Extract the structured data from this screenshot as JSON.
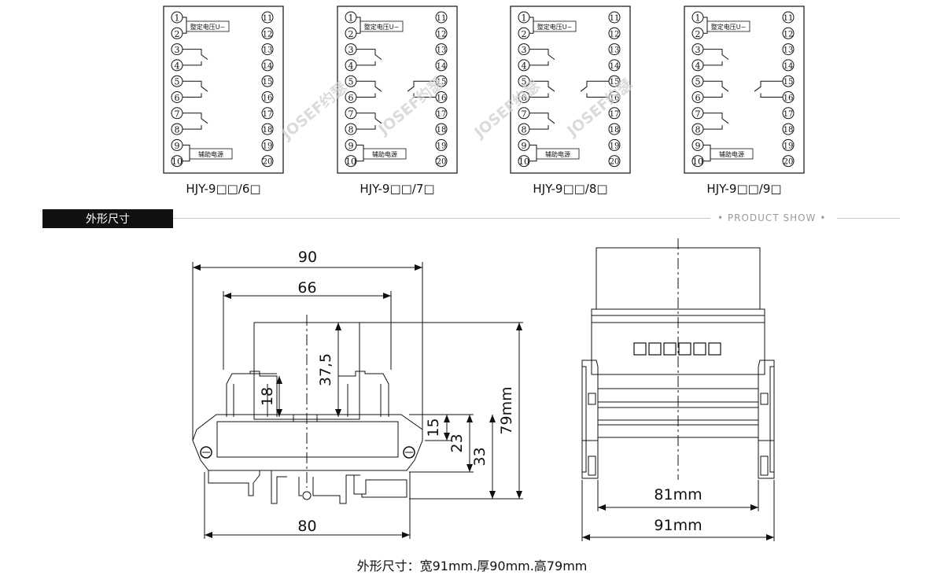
{
  "terminal_diagrams": [
    {
      "model": "HJY-9□□/6□",
      "label_top": "整定电压U~",
      "label_bottom": "辅助电源"
    },
    {
      "model": "HJY-9□□/7□",
      "label_top": "整定电压U~",
      "label_bottom": "辅助电源"
    },
    {
      "model": "HJY-9□□/8□",
      "label_top": "整定电压U~",
      "label_bottom": "辅助电源"
    },
    {
      "model": "HJY-9□□/9□",
      "label_top": "整定电压U~",
      "label_bottom": "辅助电源"
    }
  ],
  "terminals_left": [
    "1",
    "2",
    "3",
    "4",
    "5",
    "6",
    "7",
    "8",
    "9",
    "10"
  ],
  "terminals_right": [
    "11",
    "12",
    "13",
    "14",
    "15",
    "16",
    "17",
    "18",
    "19",
    "20"
  ],
  "watermark": "JOSEF约瑟",
  "section": {
    "title": "外形尺寸",
    "subtitle": "• PRODUCT SHOW •"
  },
  "dimensions": {
    "front_width": "90",
    "inner_width": "66",
    "base_width": "80",
    "height_body": "37,5",
    "height_terminal": "18",
    "height_15": "15",
    "height_23": "23",
    "height_33": "33",
    "total_height": "79mm",
    "side_inner": "81mm",
    "side_outer": "91mm"
  },
  "caption": "外形尺寸：宽91mm.厚90mm.高79mm"
}
